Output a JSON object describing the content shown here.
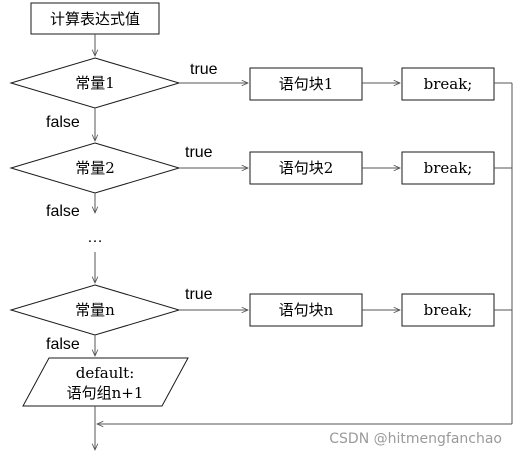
{
  "nodes": {
    "start": "计算表达式值",
    "case1": "常量1",
    "case2": "常量2",
    "casen": "常量n",
    "block1": "语句块1",
    "block2": "语句块2",
    "blockn": "语句块n",
    "break1": "break;",
    "break2": "break;",
    "breakn": "break;",
    "default_line1": "default:",
    "default_line2": "语句组n+1"
  },
  "edge_labels": {
    "true1": "true",
    "true2": "true",
    "truen": "true",
    "false1": "false",
    "false2": "false",
    "falsen": "false",
    "ellipsis": "…"
  },
  "watermark": "CSDN @hitmengfanchao",
  "colors": {
    "stroke": "#1a1a1a",
    "connector": "#555555",
    "watermark": "#9a9a9a",
    "background": "#ffffff"
  }
}
